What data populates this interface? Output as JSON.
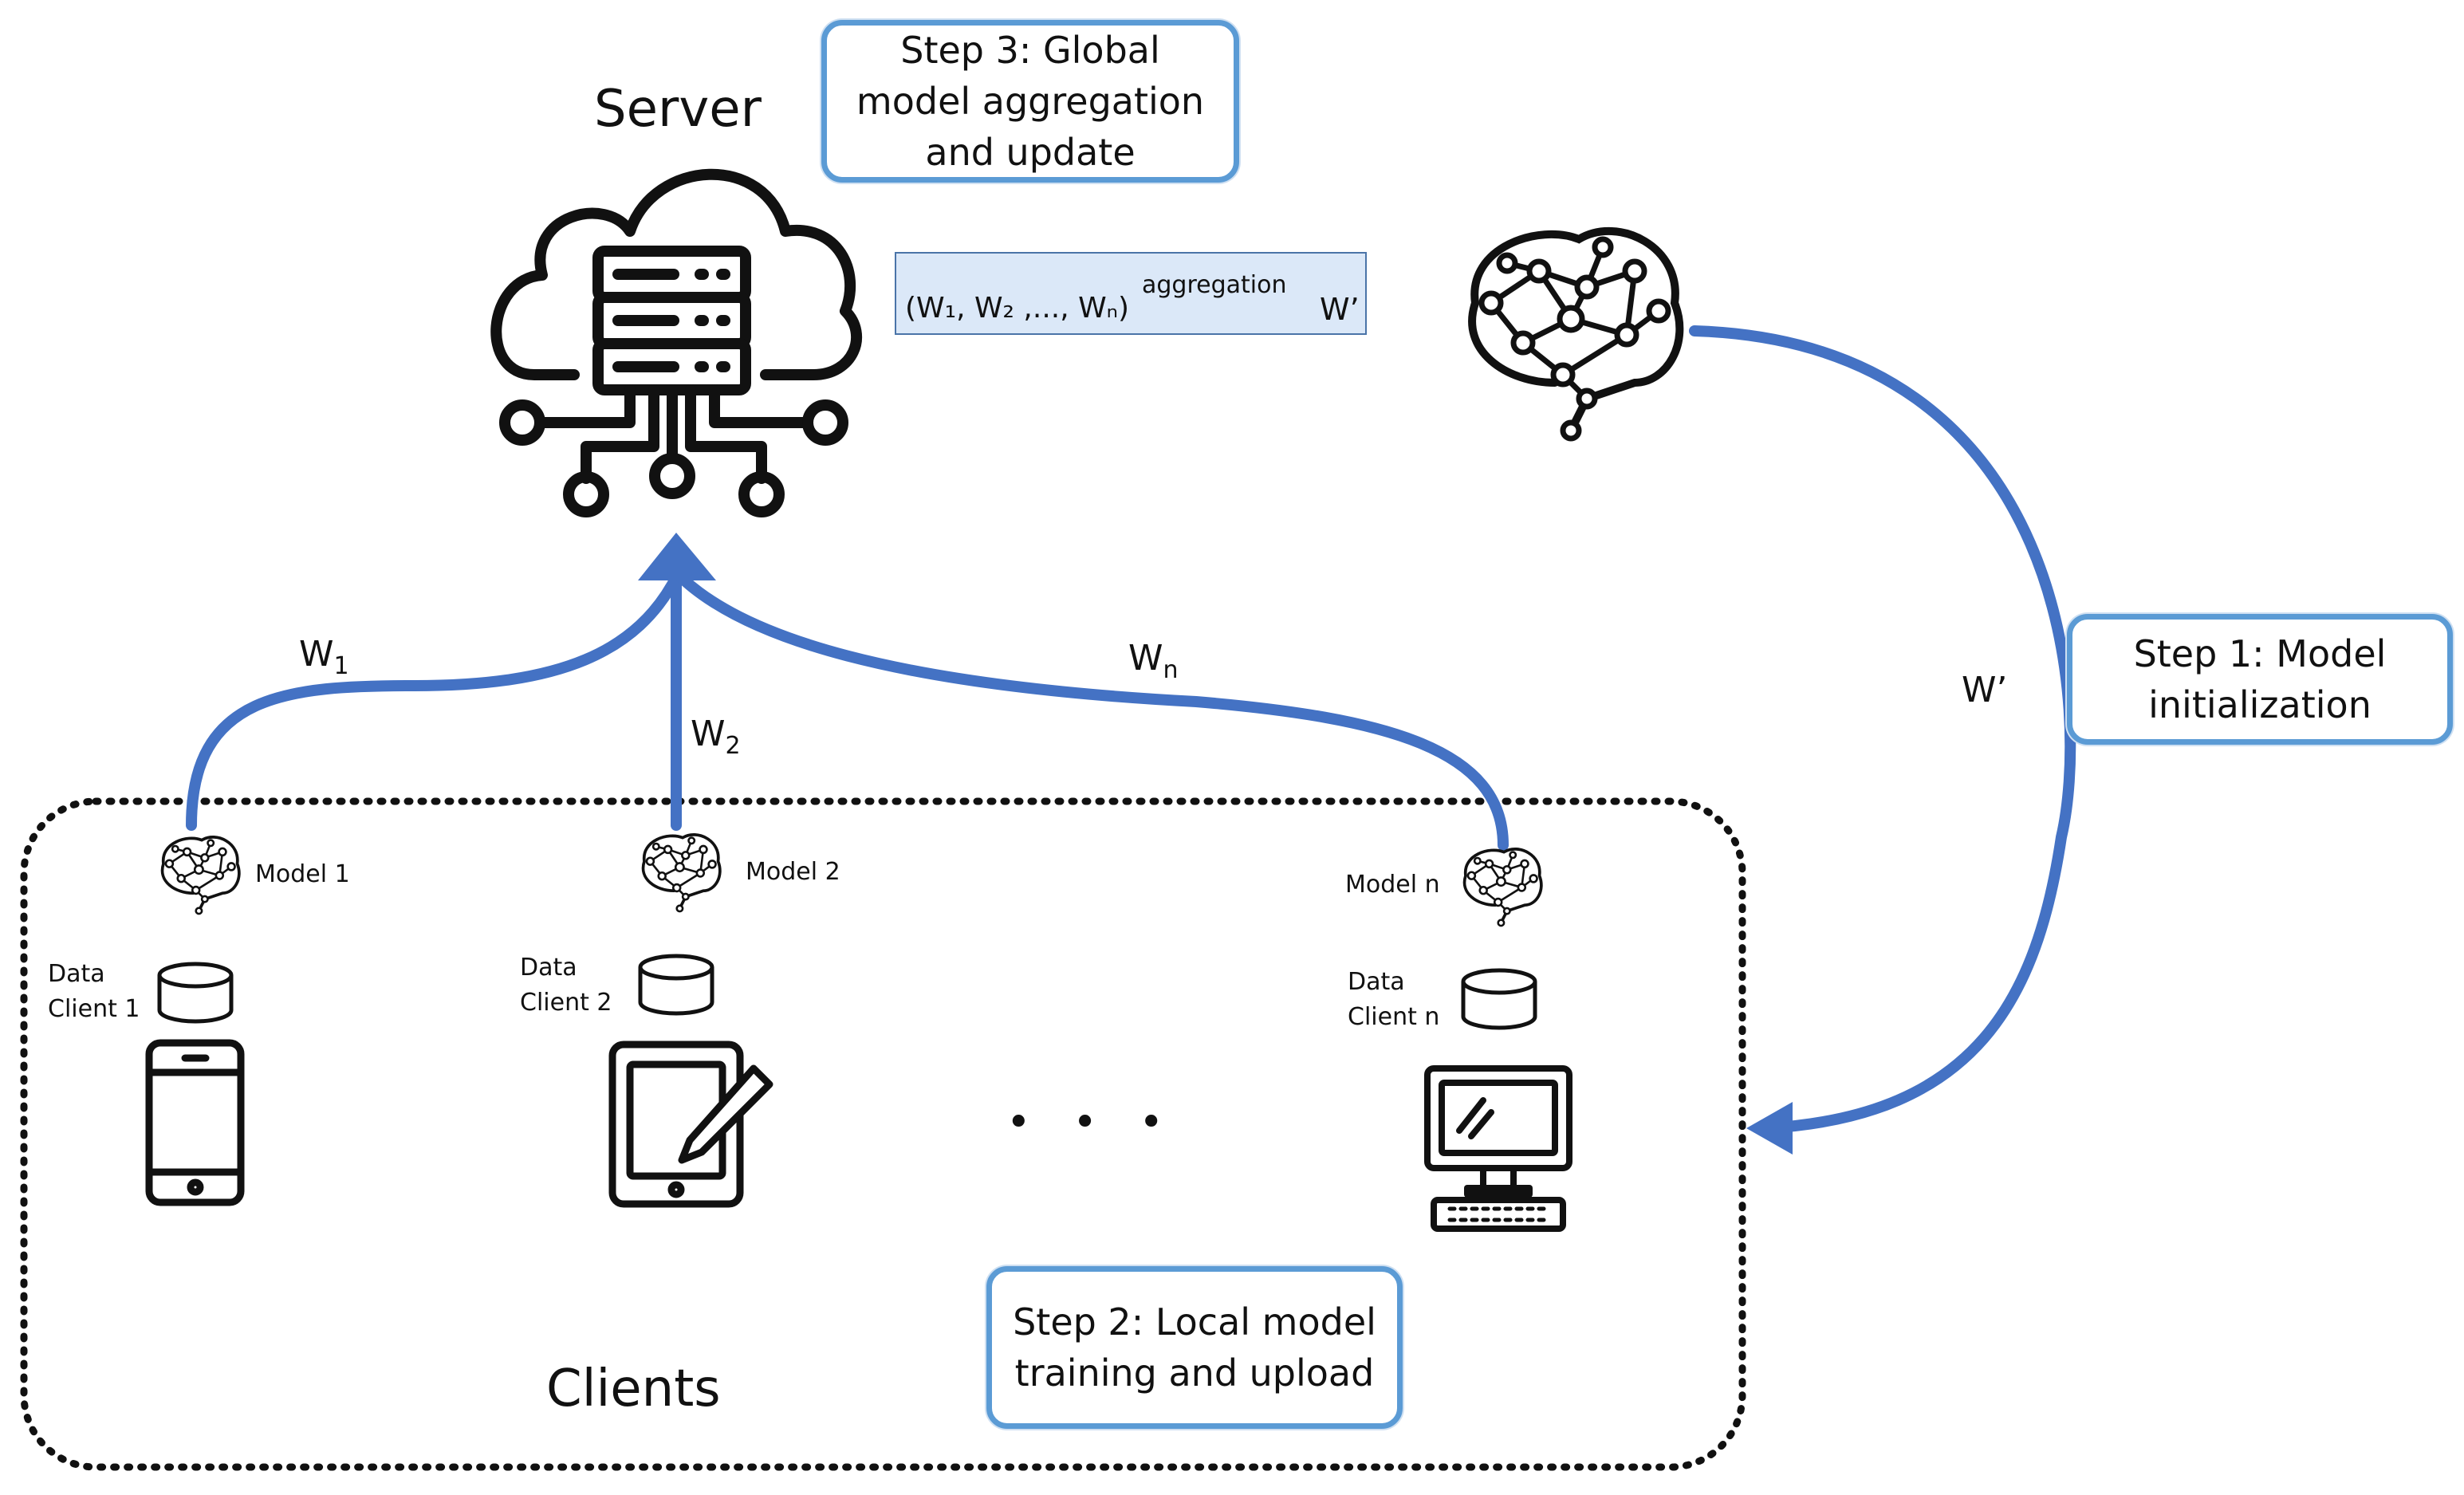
{
  "server": {
    "title": "Server"
  },
  "clients_group": {
    "title": "Clients"
  },
  "steps": {
    "step1": [
      "Step 1: Model",
      "initialization"
    ],
    "step2": [
      "Step 2: Local model",
      "training and upload"
    ],
    "step3": [
      "Step 3: Global",
      "model aggregation",
      "and update"
    ]
  },
  "aggregation": {
    "inputs": "(W₁, W₂ ,..., Wₙ)",
    "operation": "aggregation",
    "output": "W’"
  },
  "edges": {
    "w1": {
      "base": "W",
      "sub": "1"
    },
    "w2": {
      "base": "W",
      "sub": "2"
    },
    "wn": {
      "base": "W",
      "sub": "n"
    },
    "global": "W’"
  },
  "clients": [
    {
      "model_label": "Model 1",
      "data_label_1": "Data",
      "data_label_2": "Client 1",
      "device": "smartphone-icon"
    },
    {
      "model_label": "Model 2",
      "data_label_1": "Data",
      "data_label_2": "Client 2",
      "device": "tablet-icon"
    },
    {
      "model_label": "Model n",
      "data_label_1": "Data",
      "data_label_2": "Client n",
      "device": "desktop-computer-icon"
    }
  ],
  "ellipsis": "• • •",
  "colors": {
    "arrow": "#4472c4",
    "step_border": "#5b9bd5",
    "agg_fill": "#dbe8f8",
    "icon": "#111111"
  }
}
